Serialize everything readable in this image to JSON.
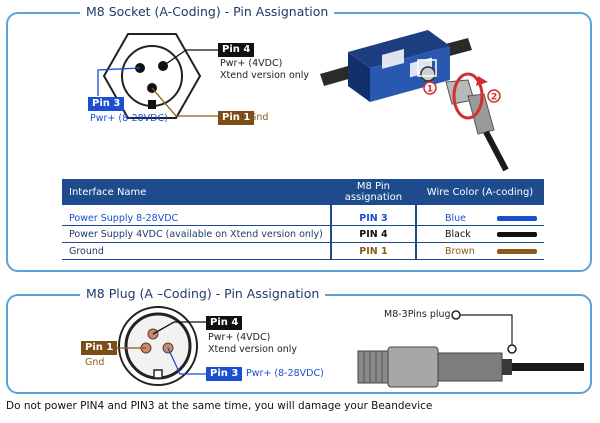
{
  "colors": {
    "frame": "#5aa3d6",
    "header_bg": "#1d4b8e",
    "pin3": "#1a4fd0",
    "pin4": "#111111",
    "pin1": "#7a4e16",
    "pin_text_blue": "#1a4fd0",
    "pin_text_brown": "#8b5a1a"
  },
  "socket": {
    "title": "M8 Socket (A-Coding) - Pin Assignation",
    "pin4": {
      "tag": "Pin 4",
      "lines": [
        "Pwr+ (4VDC)",
        "Xtend version only"
      ]
    },
    "pin3": {
      "tag": "Pin 3",
      "desc": "Pwr+ (8-28VDC)"
    },
    "pin1": {
      "tag": "Pin 1",
      "desc": "Gnd"
    },
    "photo_steps": [
      "1",
      "2"
    ]
  },
  "table": {
    "headers": [
      "Interface Name",
      "M8 Pin assignation",
      "Wire Color (A-coding)"
    ],
    "rows": [
      {
        "name": "Power Supply 8-28VDC",
        "pin": "PIN 3",
        "color_name": "Blue",
        "swatch": "#1a4fd0"
      },
      {
        "name": "Power Supply 4VDC (available on Xtend version only)",
        "pin": "PIN 4",
        "color_name": "Black",
        "swatch": "#111111"
      },
      {
        "name": "Ground",
        "pin": "PIN 1",
        "color_name": "Brown",
        "swatch": "#8b5a1a"
      }
    ]
  },
  "plug": {
    "title": "M8 Plug (A –Coding) - Pin Assignation",
    "pin4": {
      "tag": "Pin 4",
      "lines": [
        "Pwr+ (4VDC)",
        "Xtend version only"
      ]
    },
    "pin1": {
      "tag": "Pin 1",
      "desc": "Gnd"
    },
    "pin3": {
      "tag": "Pin 3",
      "desc": "Pwr+ (8-28VDC)"
    },
    "callout": "M8-3Pins plug"
  },
  "footer": "Do not power PIN4 and PIN3 at the same time, you will damage your Beandevice"
}
